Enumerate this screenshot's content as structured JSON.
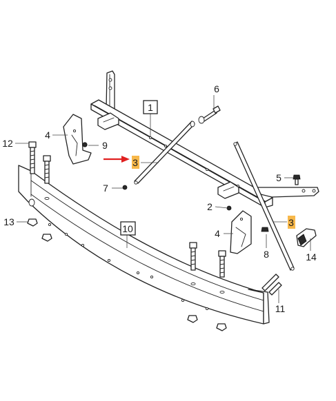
{
  "callouts": {
    "c1": "1",
    "c2": "2",
    "c3a": "3",
    "c3b": "3",
    "c4a": "4",
    "c4b": "4",
    "c5": "5",
    "c6": "6",
    "c7": "7",
    "c8": "8",
    "c9": "9",
    "c10": "10",
    "c11": "11",
    "c12": "12",
    "c13": "13",
    "c14": "14"
  },
  "colors": {
    "highlight": "#f7b84b",
    "arrow": "#e02020",
    "line": "#222222"
  },
  "icons": {
    "pointer": "red-arrow-icon"
  }
}
